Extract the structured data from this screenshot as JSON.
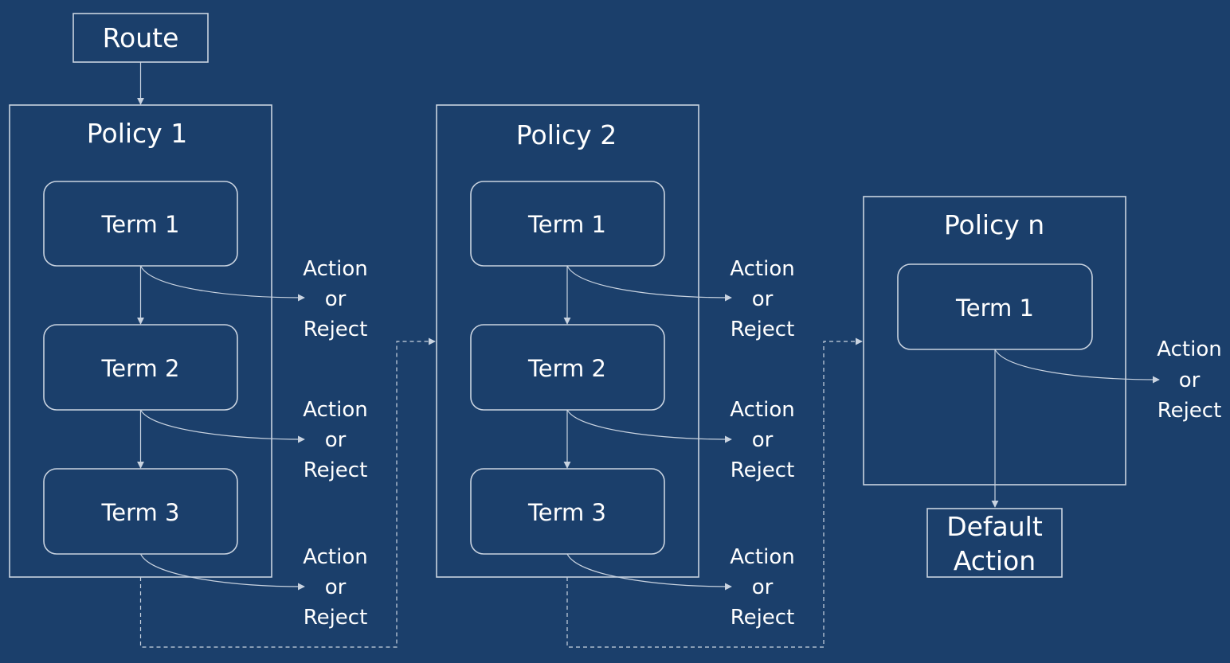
{
  "route": {
    "label": "Route"
  },
  "policies": [
    {
      "title": "Policy 1",
      "terms": [
        "Term 1",
        "Term 2",
        "Term 3"
      ]
    },
    {
      "title": "Policy 2",
      "terms": [
        "Term 1",
        "Term 2",
        "Term 3"
      ]
    },
    {
      "title": "Policy n",
      "terms": [
        "Term 1"
      ]
    }
  ],
  "outcome": {
    "line1": "Action",
    "line2": "or",
    "line3": "Reject"
  },
  "default_action": {
    "line1": "Default",
    "line2": "Action"
  }
}
